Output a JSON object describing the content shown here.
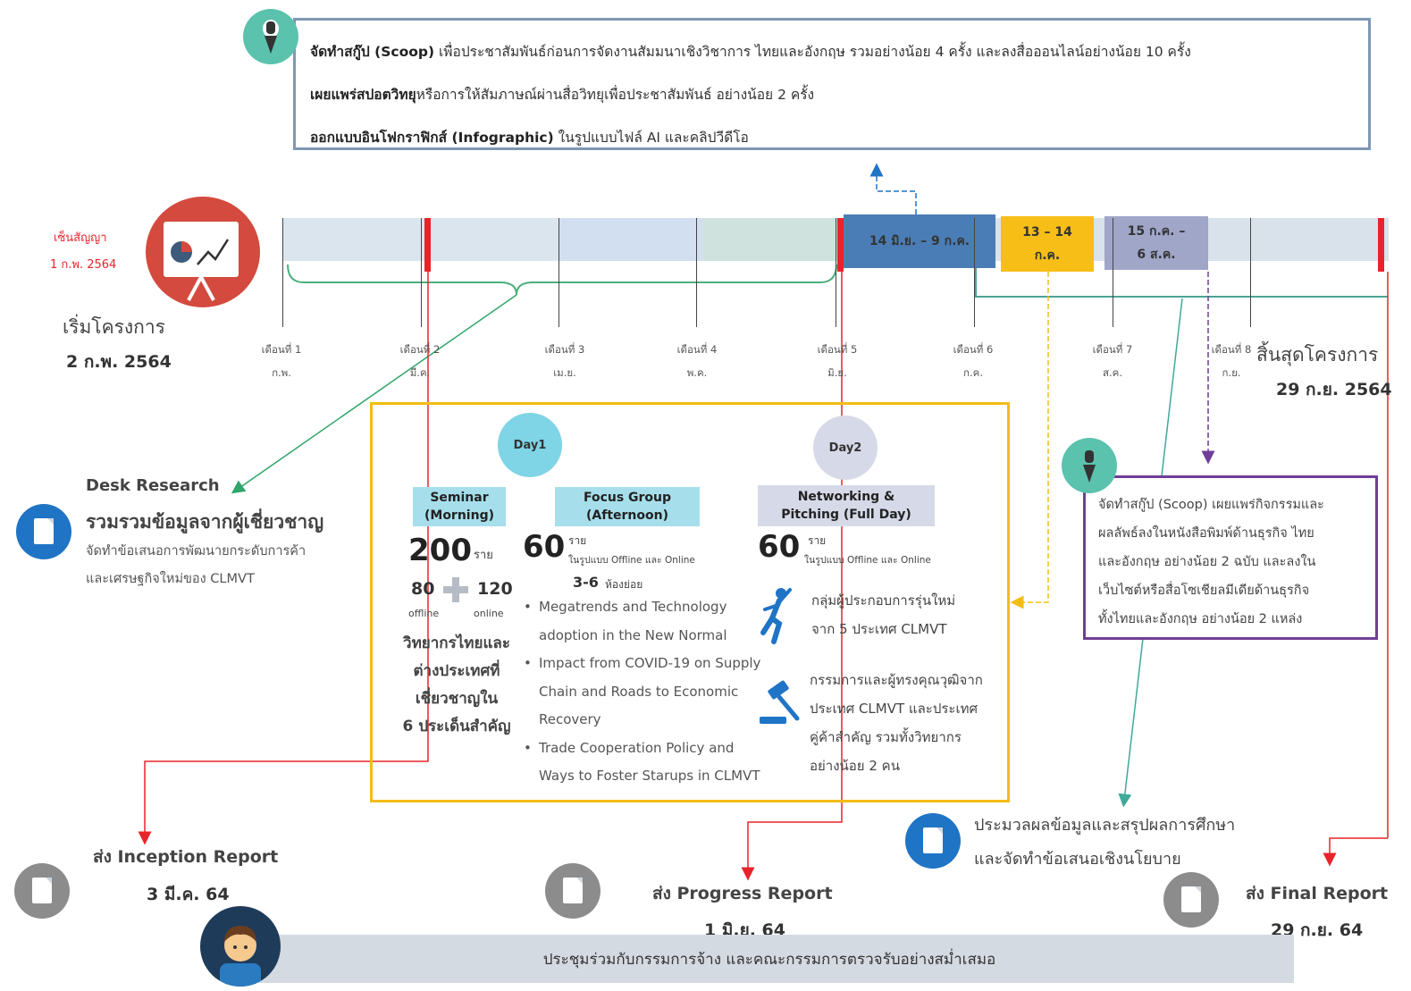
{
  "scoop_top": {
    "lines": [
      {
        "bold": "จัดทำสกู๊ป (Scoop)",
        "rest": " เพื่อประชาสัมพันธ์ก่อนการจัดงานสัมมนาเชิงวิชาการ ไทยและอังกฤษ รวมอย่างน้อย 4 ครั้ง และลงสื่อออนไลน์อย่างน้อย 10 ครั้ง"
      },
      {
        "bold": "เผยแพร่สปอตวิทยุ",
        "rest": "หรือการให้สัมภาษณ์ผ่านสื่อวิทยุเพื่อประชาสัมพันธ์ อย่างน้อย 2 ครั้ง"
      },
      {
        "bold": "ออกแบบอินโฟกราฟิกส์ (Infographic)",
        "rest": " ในรูปแบบไฟล์ AI และคลิปวีดีโอ"
      }
    ]
  },
  "contract": {
    "line1": "เซ็นสัญญา",
    "line2": "1 ก.พ. 2564"
  },
  "project_start": {
    "label": "เริ่มโครงการ",
    "date": "2 ก.พ. 2564"
  },
  "project_end": {
    "label": "สิ้นสุดโครงการ",
    "date": "29 ก.ย. 2564"
  },
  "months": [
    {
      "name": "เดือนที่ 1",
      "abbr": "ก.พ."
    },
    {
      "name": "เดือนที่ 2",
      "abbr": "มี.ค."
    },
    {
      "name": "เดือนที่ 3",
      "abbr": "เม.ย."
    },
    {
      "name": "เดือนที่ 4",
      "abbr": "พ.ค."
    },
    {
      "name": "เดือนที่ 5",
      "abbr": "มิ.ย."
    },
    {
      "name": "เดือนที่ 6",
      "abbr": "ก.ค."
    },
    {
      "name": "เดือนที่ 7",
      "abbr": "ส.ค."
    },
    {
      "name": "เดือนที่ 8",
      "abbr": "ก.ย."
    }
  ],
  "phases": {
    "p1": "14 มิ.ย. – 9 ก.ค.",
    "p2_line1": "13 – 14",
    "p2_line2": "ก.ค.",
    "p3_line1": "15 ก.ค. –",
    "p3_line2": "6 ส.ค."
  },
  "desk_research": {
    "title": "Desk Research",
    "heading": "รวมรวมข้อมูลจากผู้เชี่ยวชาญ",
    "line1": "จัดทำข้อเสนอการพัฒนายกระดับการค้า",
    "line2": "และเศรษฐกิจใหม่ของ CLMVT"
  },
  "event": {
    "day1": "Day1",
    "day2": "Day2",
    "seminar": {
      "tag_line1": "Seminar",
      "tag_line2": "(Morning)",
      "count": "200",
      "unit": "ราย",
      "offline_num": "80",
      "online_num": "120",
      "offline_label": "offline",
      "online_label": "online",
      "desc": [
        "วิทยากรไทยและ",
        "ต่างประเทศที่",
        "เชี่ยวชาญใน",
        "6 ประเด็นสำคัญ"
      ]
    },
    "focus": {
      "tag_line1": "Focus Group",
      "tag_line2": "(Afternoon)",
      "count": "60",
      "unit": "ราย",
      "format": "ในรูปแบบ Offline และ Online",
      "rooms_num": "3-6",
      "rooms_label": "ห้องย่อย",
      "topics": [
        [
          "Megatrends and Technology",
          "adoption in the New Normal"
        ],
        [
          "Impact from COVID-19 on Supply",
          "Chain and Roads to Economic",
          "Recovery"
        ],
        [
          "Trade Cooperation Policy and",
          "Ways to Foster Starups in CLMVT"
        ]
      ]
    },
    "networking": {
      "tag_line1": "Networking &",
      "tag_line2": "Pitching (Full Day)",
      "count": "60",
      "unit": "ราย",
      "format": "ในรูปแบบ Offline และ Online",
      "group1": [
        "กลุ่มผู้ประกอบการรุ่นใหม่",
        "จาก 5 ประเทศ CLMVT"
      ],
      "group2": [
        "กรรมการและผู้ทรงคุณวุฒิจาก",
        "ประเทศ CLMVT และประเทศ",
        "คู่ค้าสำคัญ รวมทั้งวิทยากร",
        "อย่างน้อย  2 คน"
      ]
    }
  },
  "scoop_right": {
    "lines": [
      "จัดทำสกู๊ป (Scoop) เผยแพร่กิจกรรมและ",
      "ผลลัพธ์ลงในหนังสือพิมพ์ด้านธุรกิจ ไทย",
      "และอังกฤษ อย่างน้อย 2 ฉบับ และลงใน",
      "เว็บไซต์หรือสื่อโซเชียลมีเดียด้านธุรกิจ",
      "ทั้งไทยและอังกฤษ อย่างน้อย 2 แหล่ง"
    ]
  },
  "analysis": {
    "line1": "ประมวลผลข้อมูลและสรุปผลการศึกษา",
    "line2": "และจัดทำข้อเสนอเชิงนโยบาย"
  },
  "reports": {
    "inception": {
      "title": "ส่ง Inception Report",
      "date": "3 มี.ค. 64"
    },
    "progress": {
      "title": "ส่ง Progress Report",
      "date": "1 มิ.ย. 64"
    },
    "final": {
      "title": "ส่ง Final Report",
      "date": "29 ก.ย. 64"
    }
  },
  "meeting": "ประชุมร่วมกับกรรมการจ้าง และคณะกรรมการตรวจรับอย่างสม่ำเสมอ",
  "colors": {
    "accent_red": "#e8242b",
    "teal": "#5bc2ad",
    "green_bracket": "#4caf7d",
    "blue_phase": "#4a7db5",
    "yellow_phase": "#f6be16",
    "purple_phase": "#9fa6c8",
    "box_yellow": "#f3bd16",
    "box_purple": "#6f3f97",
    "doc_blue": "#1f74c5",
    "doc_grey": "#8c8c8c"
  }
}
